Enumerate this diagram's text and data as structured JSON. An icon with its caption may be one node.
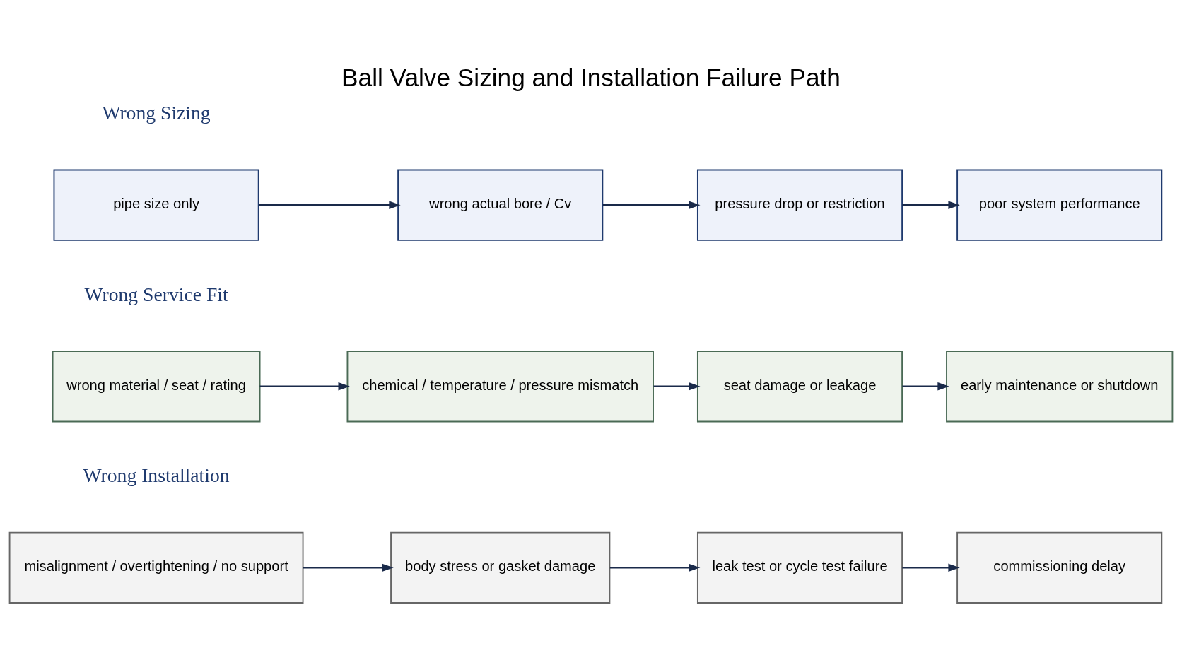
{
  "diagram": {
    "title": "Ball Valve Sizing and Installation Failure Path",
    "nodes": [
      {
        "text": [
          "pipe size only"
        ]
      },
      {
        "text": [
          "wrong actual bore / Cv"
        ]
      },
      {
        "text": [
          "pressure drop or restriction"
        ]
      },
      {
        "text": [
          "poor system performance"
        ]
      },
      {
        "text": [
          "wrong material / seat / rating"
        ]
      },
      {
        "text": [
          "chemical / temperature / pressure mismatch"
        ]
      },
      {
        "text": [
          "seat damage or leakage"
        ]
      },
      {
        "text": [
          "early maintenance or shutdown"
        ]
      },
      {
        "text": [
          "misalignment / overtightening / no support"
        ]
      },
      {
        "text": [
          "body stress or gasket damage"
        ]
      },
      {
        "text": [
          "leak test or cycle test failure"
        ]
      },
      {
        "text": [
          "commissioning delay"
        ]
      }
    ],
    "edges": [
      {
        "from": 0,
        "to": 1,
        "arrow": "to"
      },
      {
        "from": 1,
        "to": 2,
        "arrow": "to"
      },
      {
        "from": 2,
        "to": 3,
        "arrow": "to"
      },
      {
        "from": 4,
        "to": 5,
        "arrow": "to"
      },
      {
        "from": 5,
        "to": 6,
        "arrow": "to"
      },
      {
        "from": 6,
        "to": 7,
        "arrow": "to"
      },
      {
        "from": 8,
        "to": 9,
        "arrow": "to"
      },
      {
        "from": 9,
        "to": 10,
        "arrow": "to"
      },
      {
        "from": 10,
        "to": 11,
        "arrow": "to"
      }
    ],
    "labels": [
      "Wrong Sizing",
      "Wrong Service Fit",
      "Wrong Installation"
    ]
  }
}
